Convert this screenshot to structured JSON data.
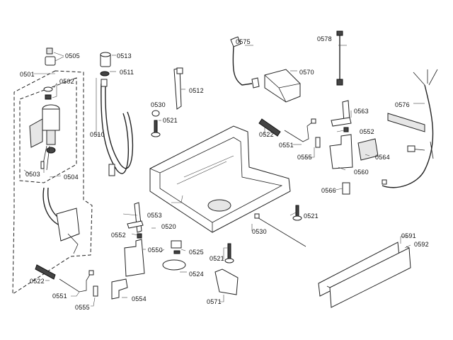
{
  "diagram": {
    "type": "exploded-parts-view",
    "labels": {
      "p0501": "0501",
      "p0502": "0502",
      "p0503": "0503",
      "p0504": "0504",
      "p0505": "0505",
      "p0510": "0510",
      "p0511": "0511",
      "p0512": "0512",
      "p0513": "0513",
      "p0520": "0520",
      "p0521a": "0521",
      "p0521b": "0521",
      "p0521c": "0521",
      "p0522a": "0522",
      "p0522b": "0522",
      "p0524": "0524",
      "p0525": "0525",
      "p0530a": "0530",
      "p0530b": "0530",
      "p0550": "0550",
      "p0551a": "0551",
      "p0551b": "0551",
      "p0552a": "0552",
      "p0552b": "0552",
      "p0553": "0553",
      "p0554": "0554",
      "p0555a": "0555",
      "p0555b": "0555",
      "p0560": "0560",
      "p0563": "0563",
      "p0564": "0564",
      "p0566": "0566",
      "p0570": "0570",
      "p0571": "0571",
      "p0575": "0575",
      "p0576": "0576",
      "p0578": "0578",
      "p0591": "0591",
      "p0592": "0592"
    }
  }
}
